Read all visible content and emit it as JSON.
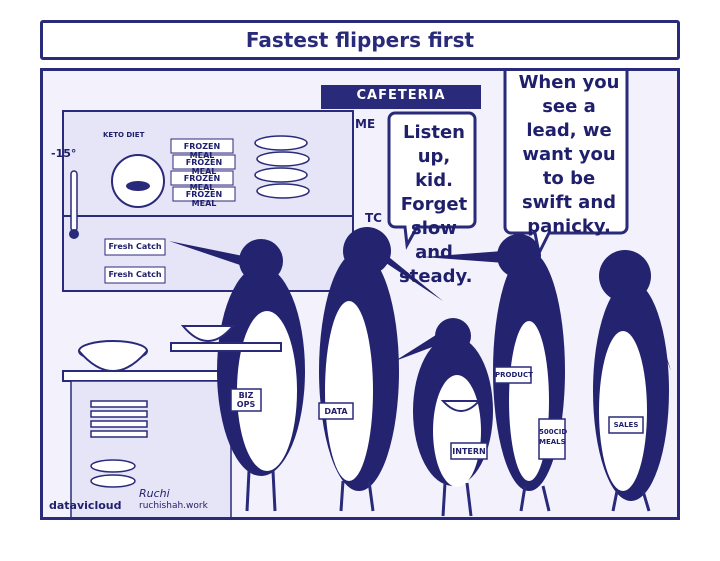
{
  "title": "Fastest flippers first",
  "sign": "CAFETERIA",
  "wall_menu_partial": "ME",
  "wall_partial_2": "TC",
  "temperature": "-15°",
  "keto_label": "KETO DIET",
  "frozen_meals": [
    "FROZEN MEAL",
    "FROZEN MEAL",
    "FROZEN MEAL",
    "FROZEN MEAL"
  ],
  "fresh_catch": [
    "Fresh Catch",
    "Fresh Catch"
  ],
  "bubble_left": [
    "Listen",
    "up, kid.",
    "Forget",
    "slow and",
    "steady."
  ],
  "bubble_right": [
    "When you",
    "see a",
    "lead, we",
    "want you",
    "to be",
    "swift and",
    "panicky."
  ],
  "badges": {
    "biz": [
      "BIZ",
      "OPS"
    ],
    "data": "DATA",
    "intern": "INTERN",
    "product": "PRODUCT",
    "meals": [
      "500CID",
      "MEALS"
    ],
    "sales": "SALES"
  },
  "credit_brand": "datavicloud",
  "credit_artist": "Ruchi",
  "credit_site": "ruchishah.work",
  "colors": {
    "ink": "#2a2a7a",
    "navy": "#1f1f6b",
    "paper": "#f3f2fc"
  }
}
